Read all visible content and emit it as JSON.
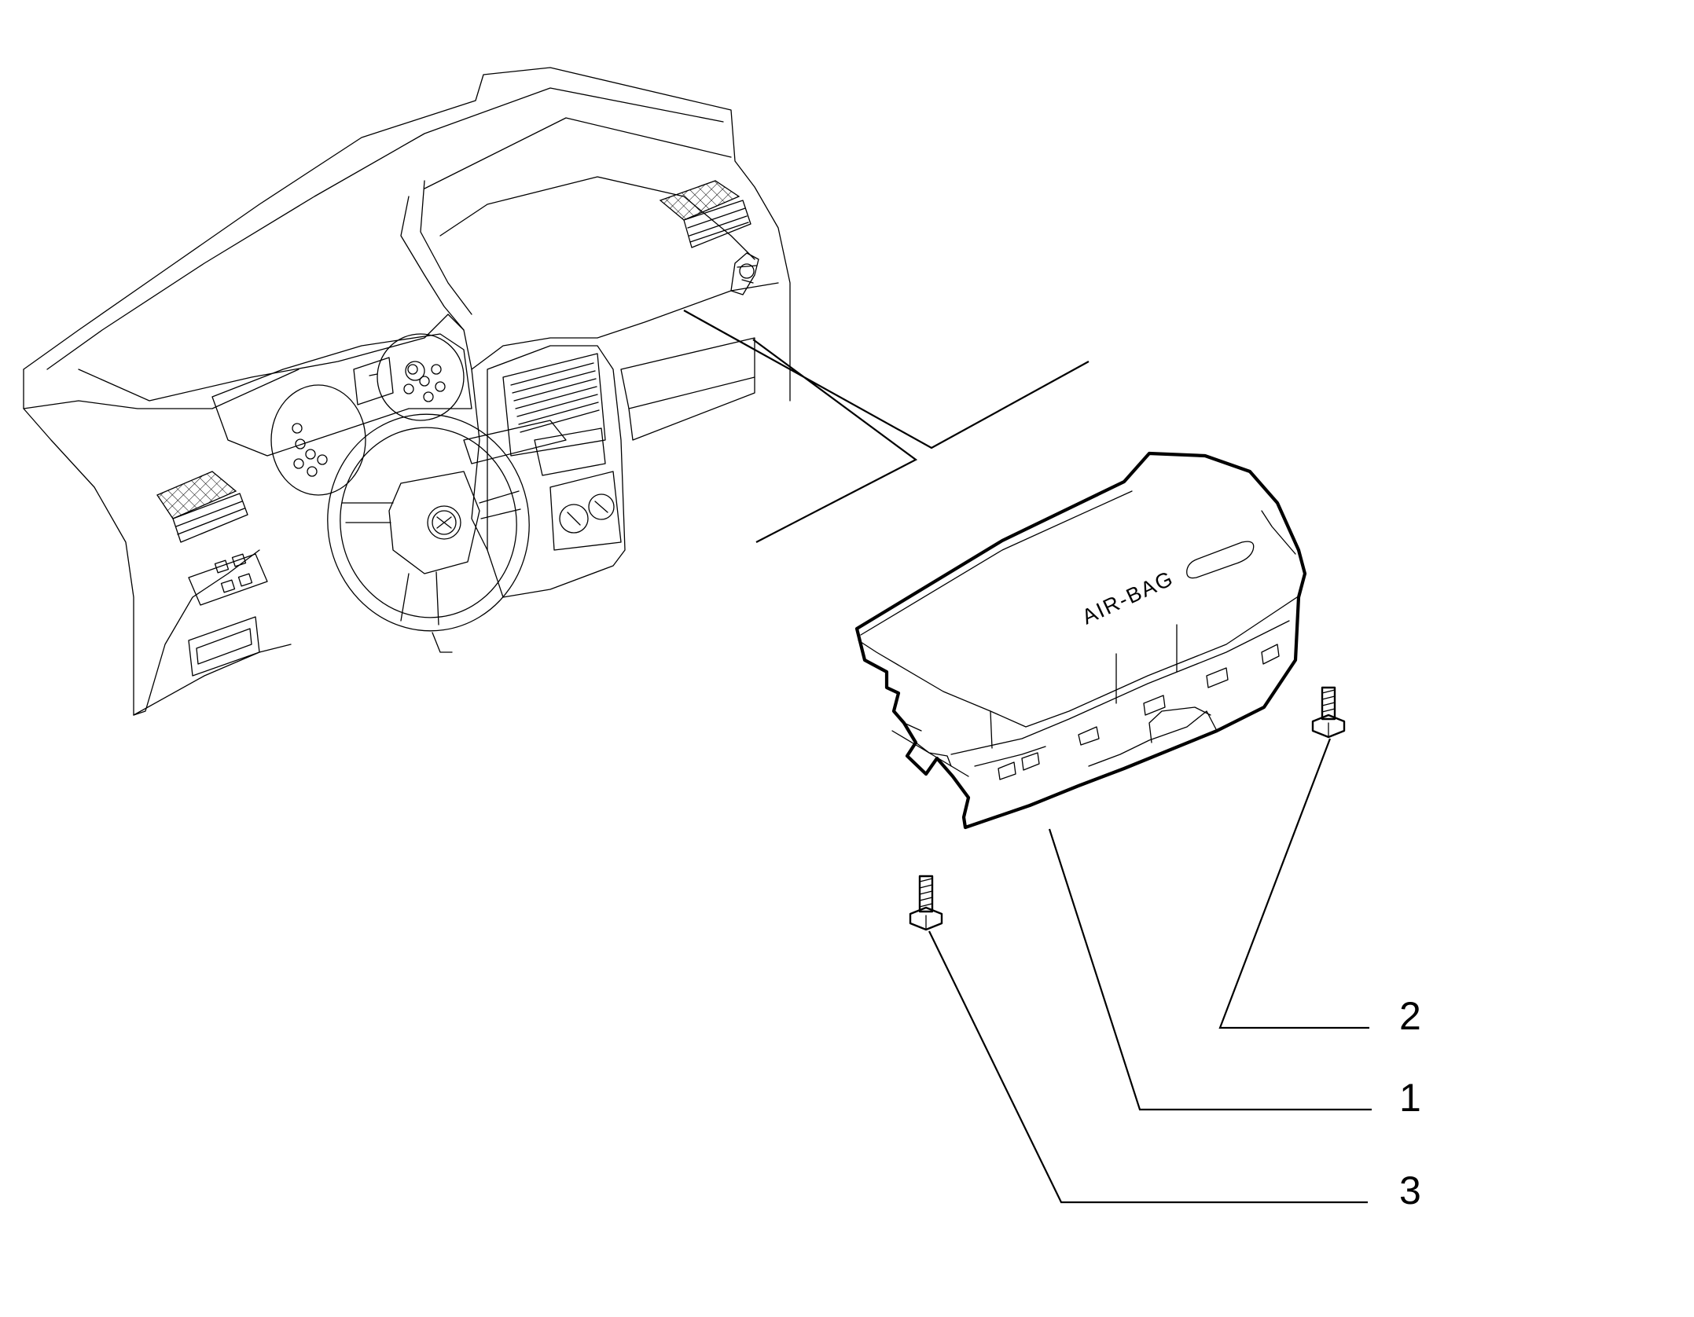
{
  "diagram": {
    "airbag_label": "AIR-BAG",
    "callouts": [
      {
        "id": "1",
        "label": "1"
      },
      {
        "id": "2",
        "label": "2"
      },
      {
        "id": "3",
        "label": "3"
      }
    ]
  }
}
